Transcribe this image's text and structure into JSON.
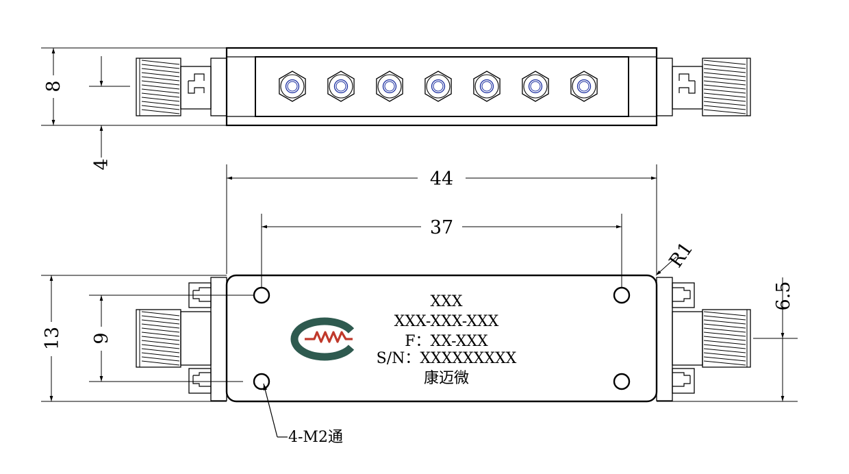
{
  "top_view": {
    "dim_height": "8",
    "dim_center": "4",
    "tuning_screw_count": 7
  },
  "front_view": {
    "dim_length_total": "44",
    "dim_hole_spacing_x": "37",
    "dim_radius": "R1",
    "dim_height_total": "13",
    "dim_hole_spacing_y": "9",
    "dim_connector_offset": "6.5",
    "hole_note": "4-M2通"
  },
  "label": {
    "line1": "XXX",
    "line2": "XXX-XXX-XXX",
    "line3": "F：XX-XXX",
    "line4": "S/N：XXXXXXXXX",
    "line5": "康迈微"
  },
  "logo": {
    "ring_color": "#2e5a4f",
    "wave_color": "#c0392b"
  }
}
